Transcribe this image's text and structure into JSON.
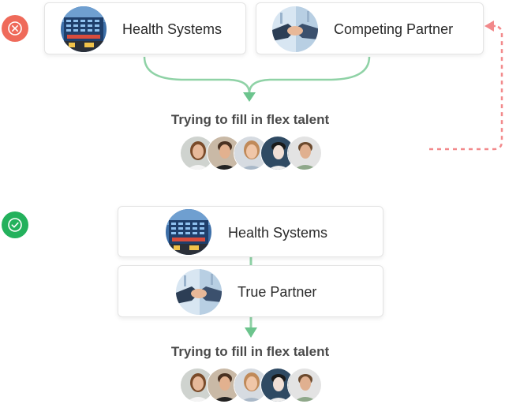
{
  "colors": {
    "fail": "#ef6a5a",
    "success": "#23b15c",
    "connector": "#8fd2a6",
    "dashed": "#f2898b"
  },
  "top_scenario": {
    "status_icon": "close-circle-icon",
    "cards": [
      {
        "label": "Health Systems",
        "icon": "hospital-building-photo"
      },
      {
        "label": "Competing Partner",
        "icon": "handshake-photo"
      }
    ],
    "caption": "Trying to fill in flex talent",
    "avatars": [
      "talent-1",
      "talent-2",
      "talent-3",
      "talent-4",
      "talent-5"
    ]
  },
  "bottom_scenario": {
    "status_icon": "check-circle-icon",
    "cards": [
      {
        "label": "Health Systems",
        "icon": "hospital-building-photo"
      },
      {
        "label": "True Partner",
        "icon": "handshake-photo"
      }
    ],
    "caption": "Trying to fill in flex talent",
    "avatars": [
      "talent-1",
      "talent-2",
      "talent-3",
      "talent-4",
      "talent-5"
    ]
  }
}
